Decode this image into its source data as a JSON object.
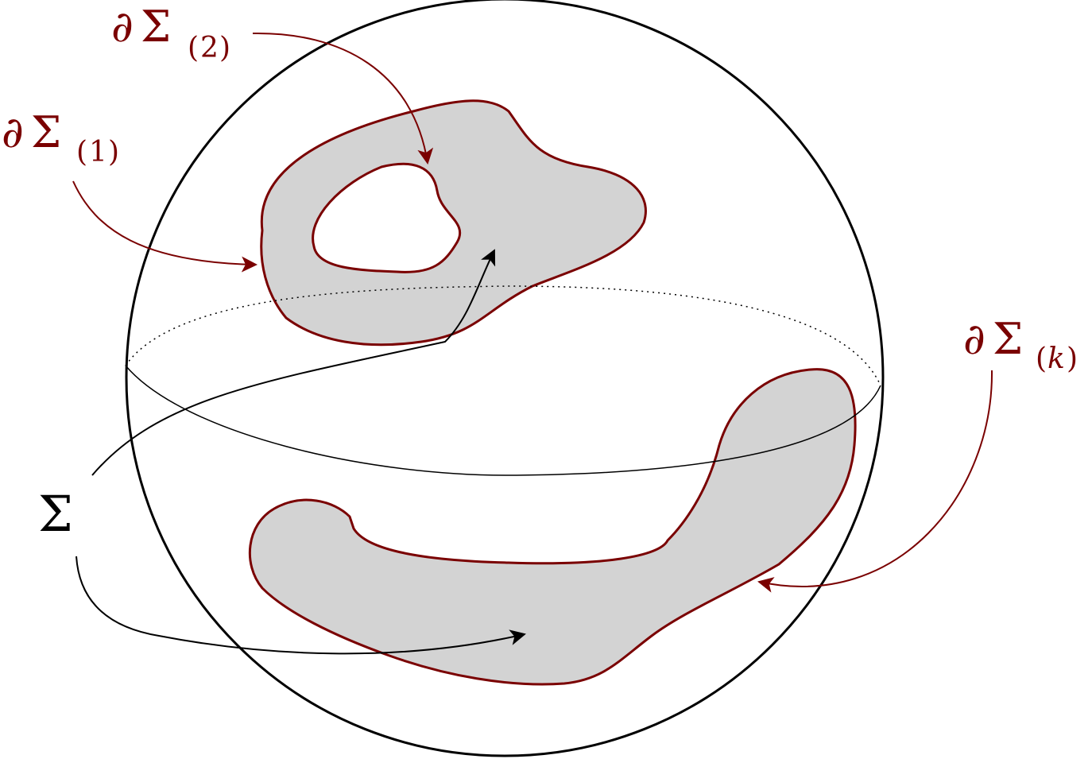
{
  "labels": {
    "boundary_2": {
      "partial": "∂",
      "sigma": "Σ",
      "sub_open": "(",
      "sub_index": "2",
      "sub_close": ")"
    },
    "boundary_1": {
      "partial": "∂",
      "sigma": "Σ",
      "sub_open": "(",
      "sub_index": "1",
      "sub_close": ")"
    },
    "boundary_k": {
      "partial": "∂",
      "sigma": "Σ",
      "sub_open": "(",
      "sub_index": "k",
      "sub_close": ")"
    },
    "surface": {
      "sigma": "Σ"
    }
  },
  "colors": {
    "boundary": "#7a0000",
    "region_fill": "#d3d3d3",
    "sphere": "#000000",
    "arrow_black": "#000000"
  }
}
